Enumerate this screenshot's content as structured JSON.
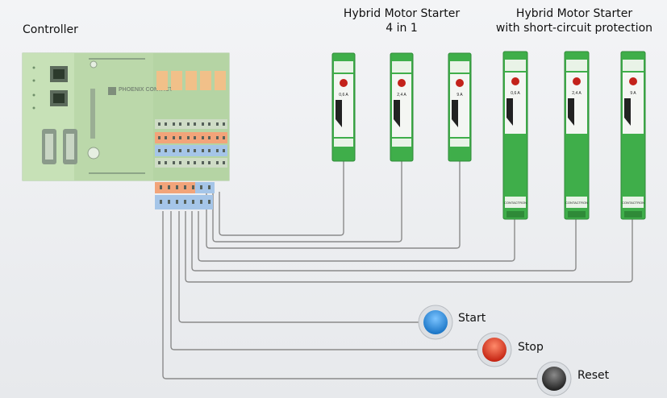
{
  "labels": {
    "controller": "Controller",
    "hms_4in1_line1": "Hybrid Motor Starter",
    "hms_4in1_line2": "4 in 1",
    "hms_scp_line1": "Hybrid Motor Starter",
    "hms_scp_line2": "with short-circuit protection"
  },
  "controller": {
    "brand": "PHOENIX CONTACT"
  },
  "starters_4in1": [
    {
      "current": "0,6 A"
    },
    {
      "current": "2,4 A"
    },
    {
      "current": "9 A"
    }
  ],
  "starters_scp": [
    {
      "current": "0,6 A",
      "brand": "CONTACTRON"
    },
    {
      "current": "2,4 A",
      "brand": "CONTACTRON"
    },
    {
      "current": "9 A",
      "brand": "CONTACTRON"
    }
  ],
  "buttons": [
    {
      "label": "Start",
      "color": "#1e8ad8",
      "icon": "pushbutton-icon"
    },
    {
      "label": "Stop",
      "color": "#e0301e",
      "icon": "pushbutton-icon"
    },
    {
      "label": "Reset",
      "color": "#333333",
      "icon": "pushbutton-icon"
    }
  ],
  "colors": {
    "module_green": "#43b04a",
    "controller_green": "#b8d9a6",
    "wire": "#888888",
    "terminal_orange": "#f0a070",
    "terminal_blue": "#9ec0e6"
  }
}
